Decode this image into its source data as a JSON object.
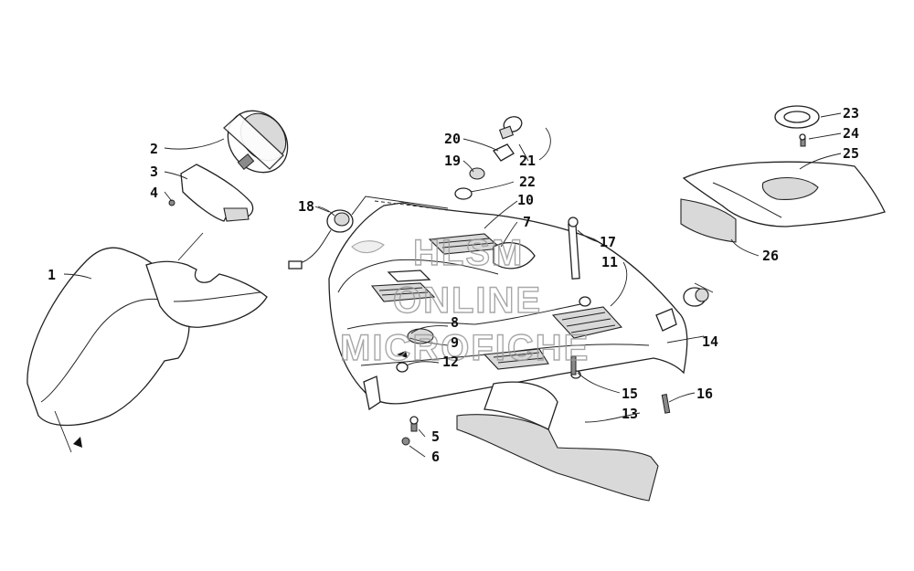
{
  "watermark": {
    "line1": "HLSM",
    "line2": "ONLINE",
    "line3": "MICROFICHE"
  },
  "callouts": {
    "c1": "1",
    "c2": "2",
    "c3": "3",
    "c4": "4",
    "c5": "5",
    "c6": "6",
    "c7": "7",
    "c8": "8",
    "c9": "9",
    "c10": "10",
    "c11": "11",
    "c12": "12",
    "c13": "13",
    "c14": "14",
    "c15": "15",
    "c16": "16",
    "c17": "17",
    "c18": "18",
    "c19": "19",
    "c20": "20",
    "c21": "21",
    "c22": "22",
    "c23": "23",
    "c24": "24",
    "c25": "25",
    "c26": "26"
  },
  "colors": {
    "line": "#222222",
    "background": "#ffffff",
    "watermark": "#9a9a9a"
  }
}
